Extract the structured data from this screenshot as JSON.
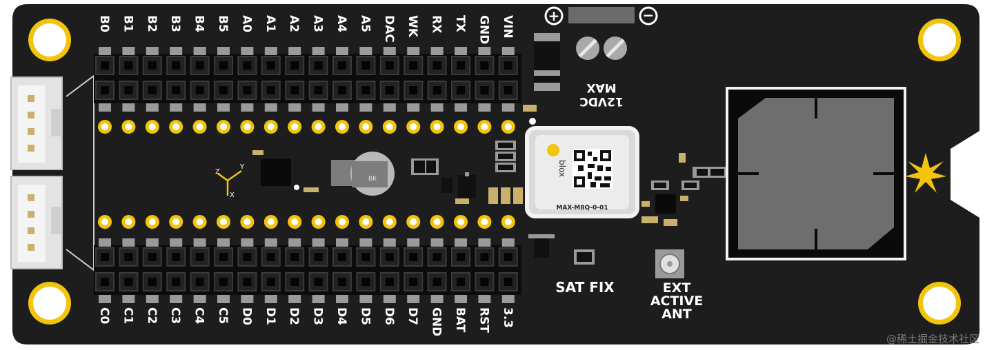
{
  "top_pin_labels": [
    "B0",
    "B1",
    "B2",
    "B3",
    "B4",
    "B5",
    "A0",
    "A1",
    "A2",
    "A3",
    "A4",
    "A5",
    "DAC",
    "WK",
    "RX",
    "TX",
    "GND",
    "VIN"
  ],
  "bottom_pin_labels": [
    "C0",
    "C1",
    "C2",
    "C3",
    "C4",
    "C5",
    "D0",
    "D1",
    "D2",
    "D3",
    "D4",
    "D5",
    "D6",
    "D7",
    "GND",
    "BAT",
    "RST",
    "3.3"
  ],
  "power": {
    "plus_symbol": "+",
    "minus_symbol": "−",
    "voltage_line1": "12VDC",
    "voltage_line2": "MAX"
  },
  "gps_module": {
    "brand": "blox",
    "model": "MAX-M8Q-0-01"
  },
  "sat_fix_label": "SAT FIX",
  "ext_ant_lines": [
    "EXT",
    "ACTIVE",
    "ANT"
  ],
  "battery_label": "BK",
  "axis_labels": {
    "z": "Z",
    "y": "Y",
    "x": "X"
  },
  "watermark": "@稀土掘金技术社区",
  "colors": {
    "board": "#1d1d1d",
    "header": "#0c0c0c",
    "pad": "#f2c40c",
    "hole": "#ffffff",
    "silk": "#ffffff",
    "antenna": "#6e6e6e"
  }
}
